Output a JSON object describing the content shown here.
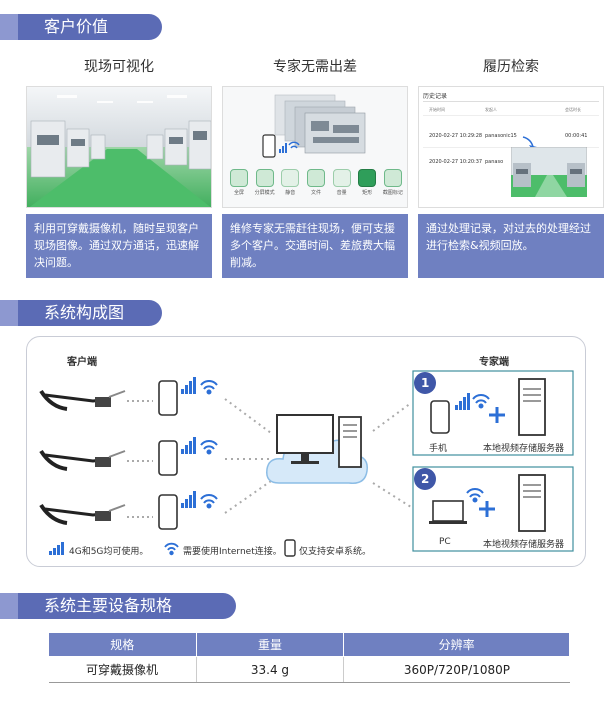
{
  "section1": {
    "title": "客户价值"
  },
  "columns": [
    {
      "title": "现场可视化",
      "desc": "利用可穿戴摄像机，随时呈现客户现场图像。通过双方通话，迅速解决问题。"
    },
    {
      "title": "专家无需出差",
      "desc": "维修专家无需赶往现场，便可支援多个客户。交通时间、差旅费大幅削减。"
    },
    {
      "title": "履历检索",
      "desc": "通过处理记录，对过去的处理经过进行检索&视频回放。"
    }
  ],
  "expert_ui": {
    "buttons": [
      "全屏",
      "分屏模式",
      "静音",
      "文件",
      "音量",
      "矩形",
      "截图标记"
    ]
  },
  "history_ui": {
    "title": "历史记录",
    "headers": [
      "开始时间",
      "发起人",
      "会话时长"
    ],
    "rows": [
      {
        "time": "2020-02-27 10:29:28",
        "user": "panasonic15",
        "duration": "00:00:41"
      },
      {
        "time": "2020-02-27 10:20:37",
        "user": "panaso",
        "duration": ""
      }
    ]
  },
  "section2": {
    "title": "系统构成图"
  },
  "diagram": {
    "client_label": "客户端",
    "expert_label": "专家端",
    "box1": {
      "num": "1",
      "device": "手机",
      "server": "本地视频存储服务器"
    },
    "box2": {
      "num": "2",
      "device": "PC",
      "server": "本地视频存储服务器"
    },
    "legend": [
      "4G和5G均可使用。",
      "需要使用Internet连接。",
      "仅支持安卓系统。"
    ]
  },
  "section3": {
    "title": "系统主要设备规格"
  },
  "spec": {
    "headers": [
      "规格",
      "重量",
      "分辨率"
    ],
    "rows": [
      [
        "可穿戴摄像机",
        "33.4 g",
        "360P/720P/1080P"
      ]
    ]
  },
  "colors": {
    "tab": "#5b6bb5",
    "desc": "#6f80c1",
    "badge": "#3f57a8",
    "signal": "#2c6fd6"
  }
}
